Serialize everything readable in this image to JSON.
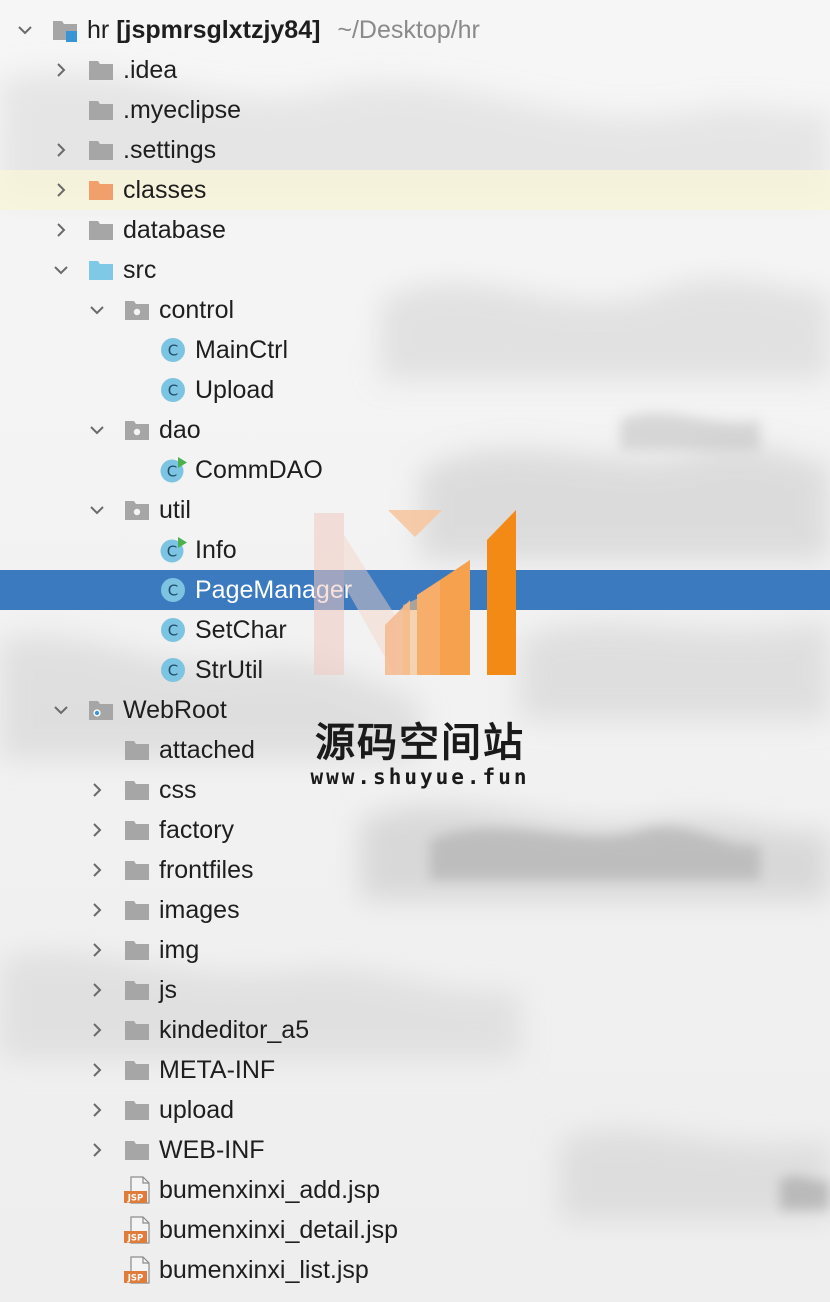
{
  "project": {
    "name": "hr",
    "module": "[jspmrsglxtzjy84]",
    "path": "~/Desktop/hr"
  },
  "tree": [
    {
      "level": 1,
      "chevron": "right",
      "icon": "folder-gray-icon",
      "label": ".idea"
    },
    {
      "level": 1,
      "chevron": "none",
      "icon": "folder-gray-icon",
      "label": ".myeclipse"
    },
    {
      "level": 1,
      "chevron": "right",
      "icon": "folder-gray-icon",
      "label": ".settings"
    },
    {
      "level": 1,
      "chevron": "right",
      "icon": "folder-orange-icon",
      "label": "classes",
      "highlight": true
    },
    {
      "level": 1,
      "chevron": "right",
      "icon": "folder-gray-icon",
      "label": "database"
    },
    {
      "level": 1,
      "chevron": "down",
      "icon": "folder-source-icon",
      "label": "src"
    },
    {
      "level": 2,
      "chevron": "down",
      "icon": "package-icon",
      "label": "control"
    },
    {
      "level": 3,
      "chevron": "none",
      "icon": "class-icon",
      "label": "MainCtrl"
    },
    {
      "level": 3,
      "chevron": "none",
      "icon": "class-icon",
      "label": "Upload"
    },
    {
      "level": 2,
      "chevron": "down",
      "icon": "package-icon",
      "label": "dao"
    },
    {
      "level": 3,
      "chevron": "none",
      "icon": "class-run-icon",
      "label": "CommDAO"
    },
    {
      "level": 2,
      "chevron": "down",
      "icon": "package-icon",
      "label": "util"
    },
    {
      "level": 3,
      "chevron": "none",
      "icon": "class-run-icon",
      "label": "Info"
    },
    {
      "level": 3,
      "chevron": "none",
      "icon": "class-icon",
      "label": "PageManager",
      "selected": true
    },
    {
      "level": 3,
      "chevron": "none",
      "icon": "class-icon",
      "label": "SetChar"
    },
    {
      "level": 3,
      "chevron": "none",
      "icon": "class-icon",
      "label": "StrUtil"
    },
    {
      "level": 1,
      "chevron": "down",
      "icon": "web-folder-icon",
      "label": "WebRoot"
    },
    {
      "level": 2,
      "chevron": "none",
      "icon": "folder-gray-icon",
      "label": "attached"
    },
    {
      "level": 2,
      "chevron": "right",
      "icon": "folder-gray-icon",
      "label": "css"
    },
    {
      "level": 2,
      "chevron": "right",
      "icon": "folder-gray-icon",
      "label": "factory"
    },
    {
      "level": 2,
      "chevron": "right",
      "icon": "folder-gray-icon",
      "label": "frontfiles"
    },
    {
      "level": 2,
      "chevron": "right",
      "icon": "folder-gray-icon",
      "label": "images"
    },
    {
      "level": 2,
      "chevron": "right",
      "icon": "folder-gray-icon",
      "label": "img"
    },
    {
      "level": 2,
      "chevron": "right",
      "icon": "folder-gray-icon",
      "label": "js"
    },
    {
      "level": 2,
      "chevron": "right",
      "icon": "folder-gray-icon",
      "label": "kindeditor_a5"
    },
    {
      "level": 2,
      "chevron": "right",
      "icon": "folder-gray-icon",
      "label": "META-INF"
    },
    {
      "level": 2,
      "chevron": "right",
      "icon": "folder-gray-icon",
      "label": "upload"
    },
    {
      "level": 2,
      "chevron": "right",
      "icon": "folder-gray-icon",
      "label": "WEB-INF"
    },
    {
      "level": 2,
      "chevron": "none",
      "icon": "jsp-file-icon",
      "label": "bumenxinxi_add.jsp"
    },
    {
      "level": 2,
      "chevron": "none",
      "icon": "jsp-file-icon",
      "label": "bumenxinxi_detail.jsp"
    },
    {
      "level": 2,
      "chevron": "none",
      "icon": "jsp-file-icon",
      "label": "bumenxinxi_list.jsp"
    }
  ],
  "watermark": {
    "title": "源码空间站",
    "url": "www.shuyue.fun"
  },
  "colors": {
    "selection": "#3c7ac0",
    "highlight": "#faf6d8",
    "folder": "#a6a6a6",
    "folder_orange": "#f2a06b",
    "folder_source": "#7fc8e6",
    "class_circle": "#7cc4e2",
    "run_badge": "#4caf50",
    "jsp_badge": "#e07b39"
  }
}
